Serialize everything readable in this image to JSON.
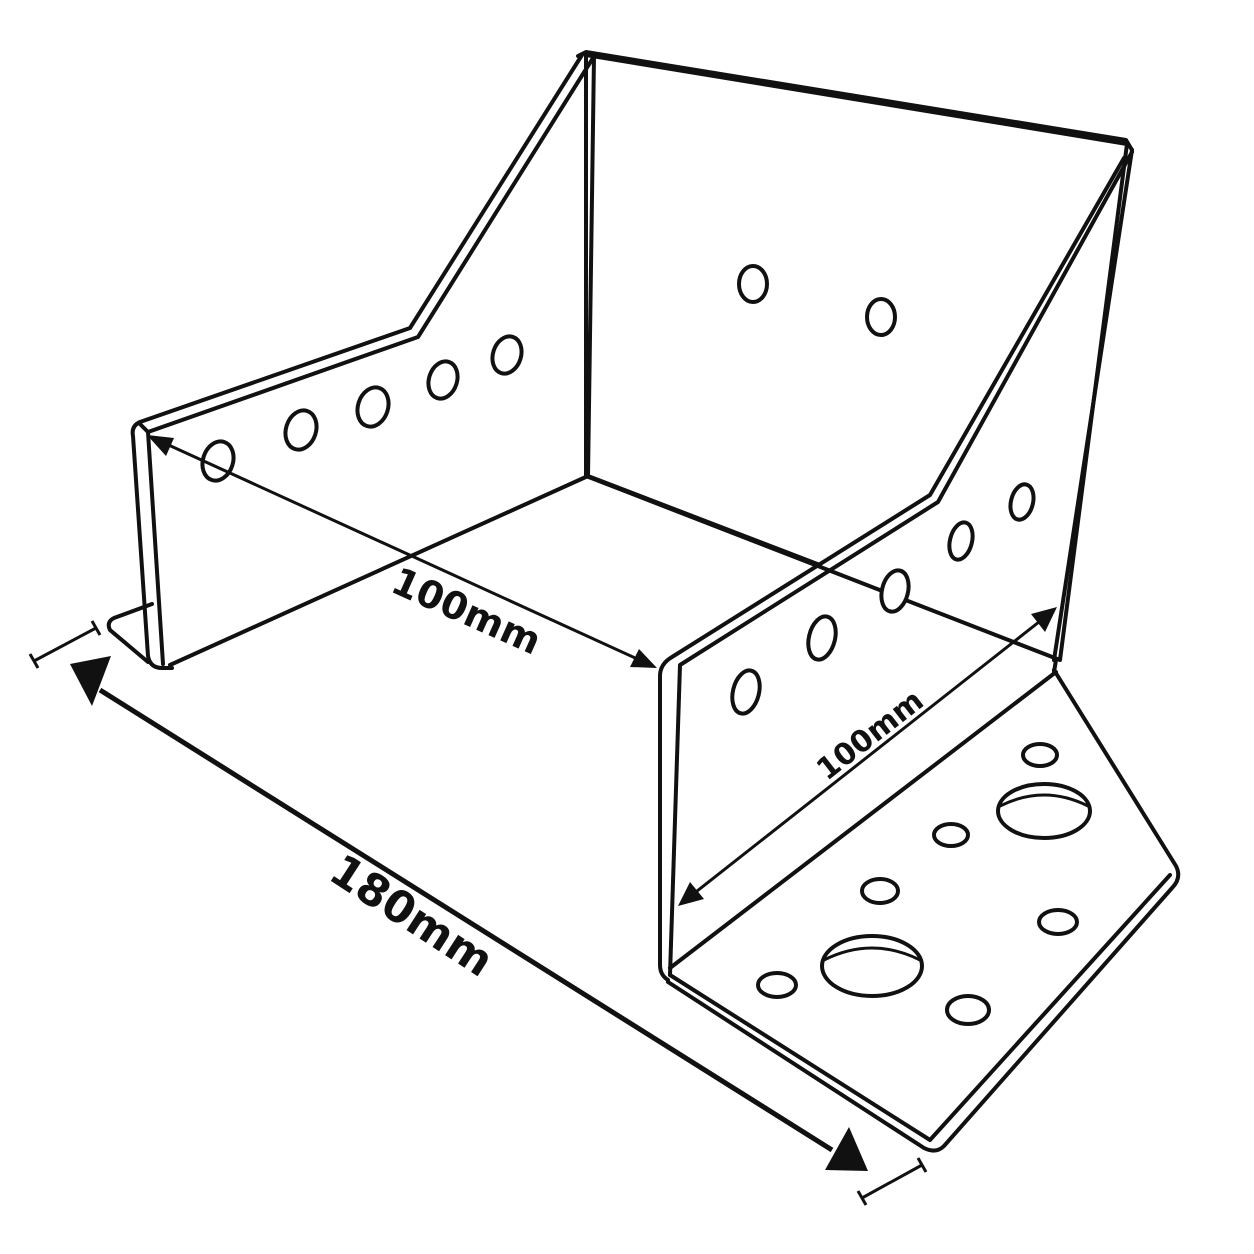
{
  "diagram": {
    "type": "technical-line-drawing",
    "subject": "angled metal post base bracket",
    "line_color": "#111111",
    "background_color": "#ffffff",
    "dimensions": {
      "inner_width": "100mm",
      "depth": "100mm",
      "overall_length": "180mm"
    }
  }
}
